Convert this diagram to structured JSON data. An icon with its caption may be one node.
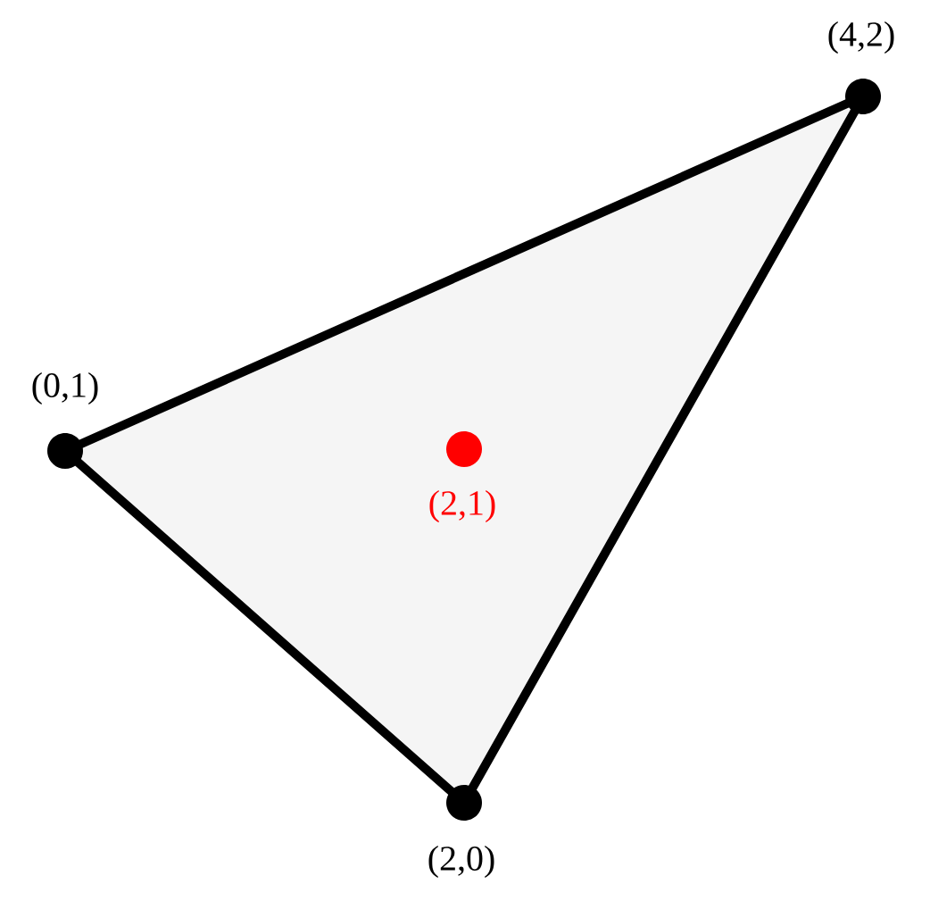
{
  "diagram": {
    "nodes": [
      {
        "text": [],
        "shape": "circle",
        "beside": [
          "(4,2)"
        ]
      },
      {
        "text": [],
        "shape": "circle",
        "beside": [
          "(0,1)"
        ]
      },
      {
        "text": [],
        "shape": "circle",
        "beside": [
          "(2,1)"
        ]
      },
      {
        "text": [],
        "shape": "circle",
        "beside": [
          "(2,0)"
        ]
      }
    ],
    "edges": [
      {
        "from": 0,
        "to": 1,
        "arrow": "none"
      },
      {
        "from": 1,
        "to": 3,
        "arrow": "none"
      },
      {
        "from": 3,
        "to": 0,
        "arrow": "none"
      }
    ]
  }
}
